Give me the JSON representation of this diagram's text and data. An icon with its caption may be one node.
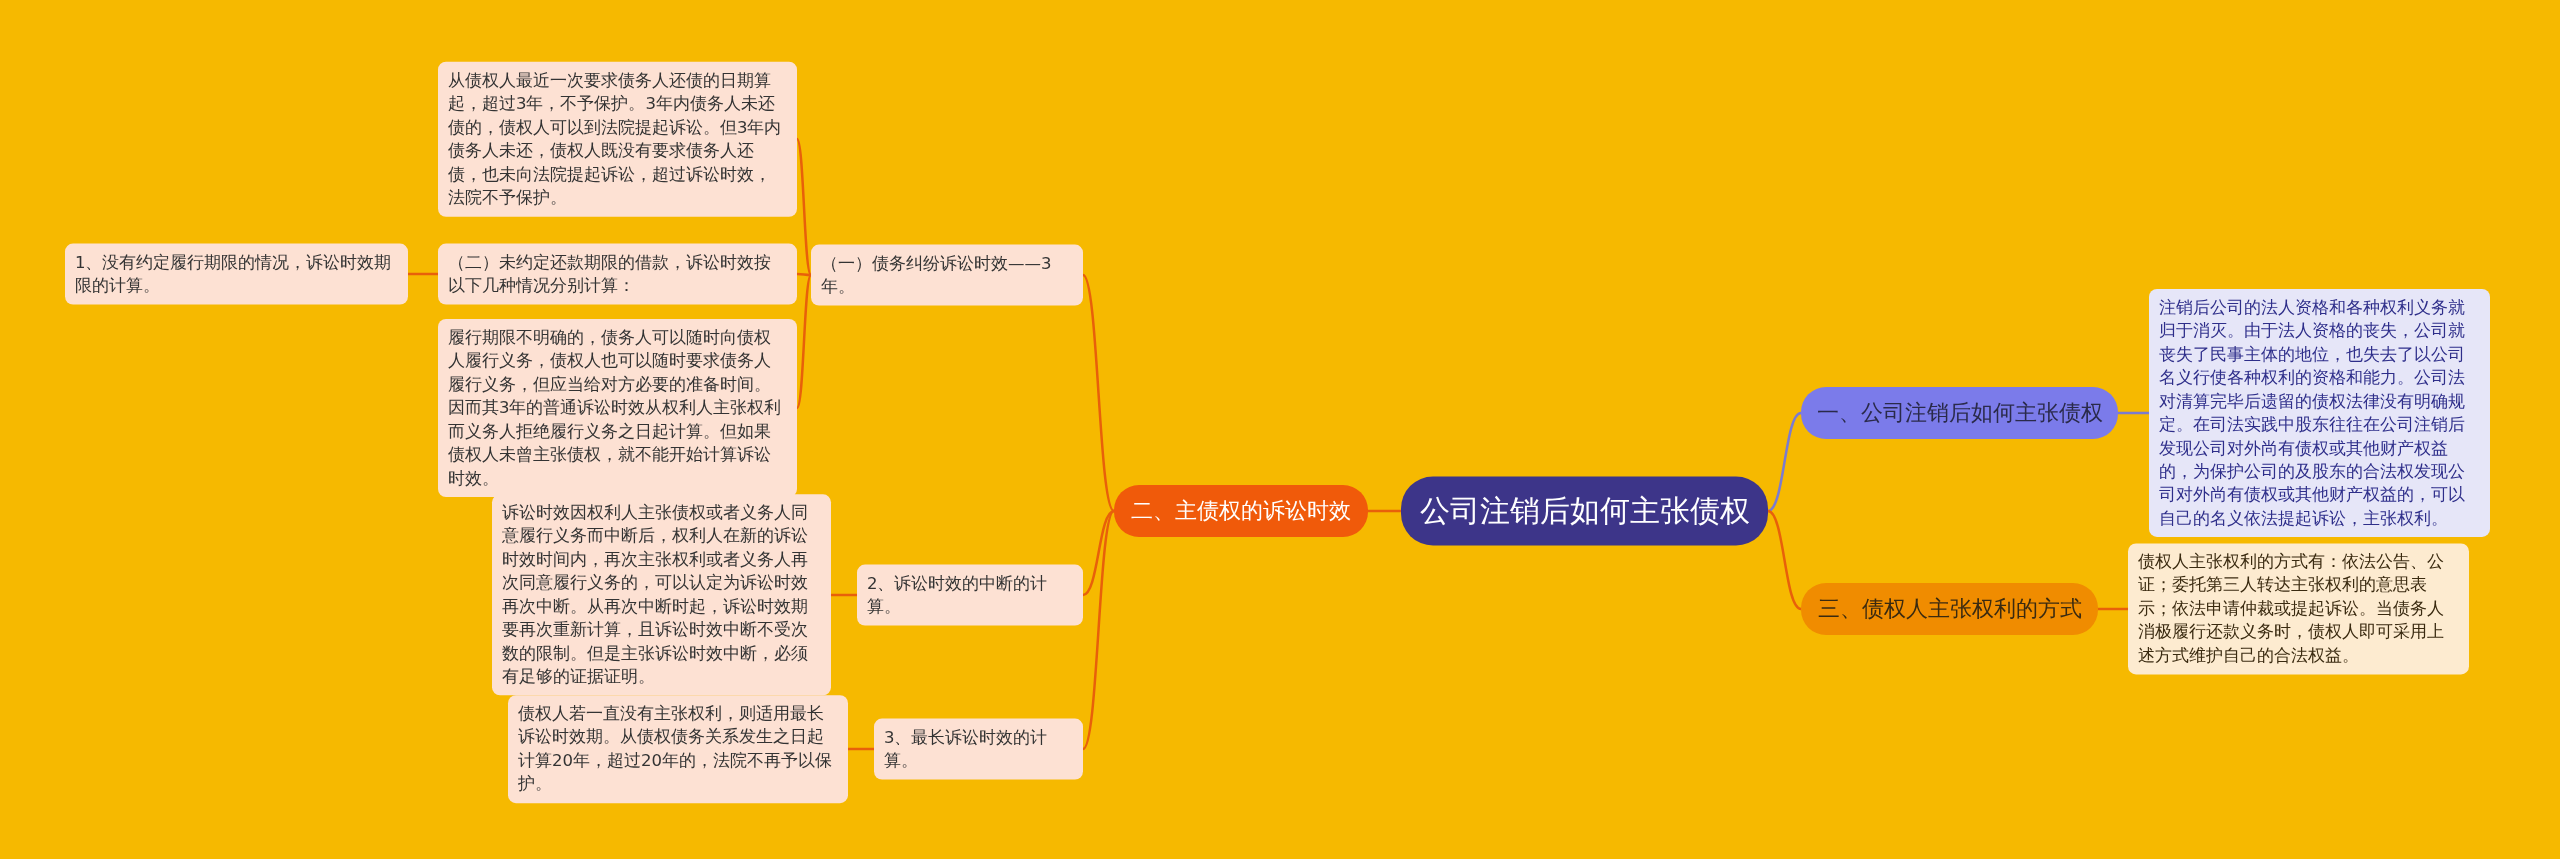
{
  "diagram": {
    "nodes": [
      {
        "text": [
          "公司注销后如何主张债权"
        ]
      },
      {
        "text": [
          "一、公司注销后如何主张债权"
        ]
      },
      {
        "text": [
          "注销后公司的法人资格和各种权利义务就归于消灭。由于法人资格的丧失，公司就丧失了民事主体的地位，也失去了以公司名义行使各种权利的资格和能力。公司法对清算完毕后遗留的债权法律没有明确规定。在司法实践中股东往往在公司注销后发现公司对外尚有债权或其他财产权益的，为保护公司的及股东的合法权发现公司对外尚有债权或其他财产权益的，可以自己的名义依法提起诉讼，主张权利。"
        ]
      },
      {
        "text": [
          "三、债权人主张权利的方式"
        ]
      },
      {
        "text": [
          "债权人主张权利的方式有：依法公告、公证；委托第三人转达主张权利的意思表示；依法申请仲裁或提起诉讼。当债务人消极履行还款义务时，债权人即可采用上述方式维护自己的合法权益。"
        ]
      },
      {
        "text": [
          "二、主债权的诉讼时效"
        ]
      },
      {
        "text": [
          "（一）债务纠纷诉讼时效——3年。"
        ]
      },
      {
        "text": [
          "从债权人最近一次要求债务人还债的日期算起，超过3年，不予保护。3年内债务人未还债的，债权人可以到法院提起诉讼。但3年内债务人未还，债权人既没有要求债务人还债，也未向法院提起诉讼，超过诉讼时效，法院不予保护。"
        ]
      },
      {
        "text": [
          "（二）未约定还款期限的借款，诉讼时效按以下几种情况分别计算："
        ]
      },
      {
        "text": [
          "1、没有约定履行期限的情况，诉讼时效期限的计算。"
        ]
      },
      {
        "text": [
          "履行期限不明确的，债务人可以随时向债权人履行义务，债权人也可以随时要求债务人履行义务，但应当给对方必要的准备时间。因而其3年的普通诉讼时效从权利人主张权利而义务人拒绝履行义务之日起计算。但如果债权人未曾主张债权，就不能开始计算诉讼时效。"
        ]
      },
      {
        "text": [
          "2、诉讼时效的中断的计算。"
        ]
      },
      {
        "text": [
          "诉讼时效因权利人主张债权或者义务人同意履行义务而中断后，权利人在新的诉讼时效时间内，再次主张权利或者义务人再次同意履行义务的，可以认定为诉讼时效再次中断。从再次中断时起，诉讼时效期要再次重新计算，且诉讼时效中断不受次数的限制。但是主张诉讼时效中断，必须有足够的证据证明。"
        ]
      },
      {
        "text": [
          "3、最长诉讼时效的计算。"
        ]
      },
      {
        "text": [
          "债权人若一直没有主张权利，则适用最长诉讼时效期。从债权债务关系发生之日起计算20年，超过20年的，法院不再予以保护。"
        ]
      }
    ],
    "edges": [
      {
        "from": 0,
        "to": 1,
        "arrow": "none",
        "color": "#7b7bd0"
      },
      {
        "from": 1,
        "to": 2,
        "arrow": "none",
        "color": "#7b7bd0"
      },
      {
        "from": 0,
        "to": 3,
        "arrow": "none"
      },
      {
        "from": 3,
        "to": 4,
        "arrow": "none"
      },
      {
        "from": 0,
        "to": 5,
        "arrow": "none"
      },
      {
        "from": 5,
        "to": 6,
        "arrow": "none"
      },
      {
        "from": 5,
        "to": 11,
        "arrow": "none"
      },
      {
        "from": 5,
        "to": 13,
        "arrow": "none"
      },
      {
        "from": 6,
        "to": 7,
        "arrow": "none"
      },
      {
        "from": 6,
        "to": 8,
        "arrow": "none"
      },
      {
        "from": 6,
        "to": 10,
        "arrow": "none"
      },
      {
        "from": 8,
        "to": 9,
        "arrow": "none"
      },
      {
        "from": 11,
        "to": 12,
        "arrow": "none"
      },
      {
        "from": 13,
        "to": 14,
        "arrow": "none"
      }
    ]
  }
}
